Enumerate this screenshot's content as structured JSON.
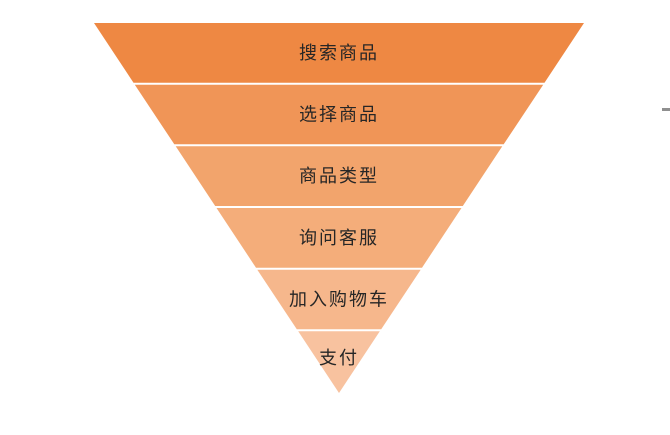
{
  "diagram": {
    "type": "inverted_pyramid_funnel",
    "stages": [
      {
        "label": "搜索商品",
        "color": "#EE8843"
      },
      {
        "label": "选择商品",
        "color": "#F09557"
      },
      {
        "label": "商品类型",
        "color": "#F2A46C"
      },
      {
        "label": "询问客服",
        "color": "#F4AD7A"
      },
      {
        "label": "加入购物车",
        "color": "#F6B78C"
      },
      {
        "label": "支付",
        "color": "#F8C29F"
      }
    ],
    "label_color": "#262626",
    "divider_color": "#FFFFFF",
    "background_color": "#FFFFFF",
    "handle_color": "#8F8F8F"
  }
}
